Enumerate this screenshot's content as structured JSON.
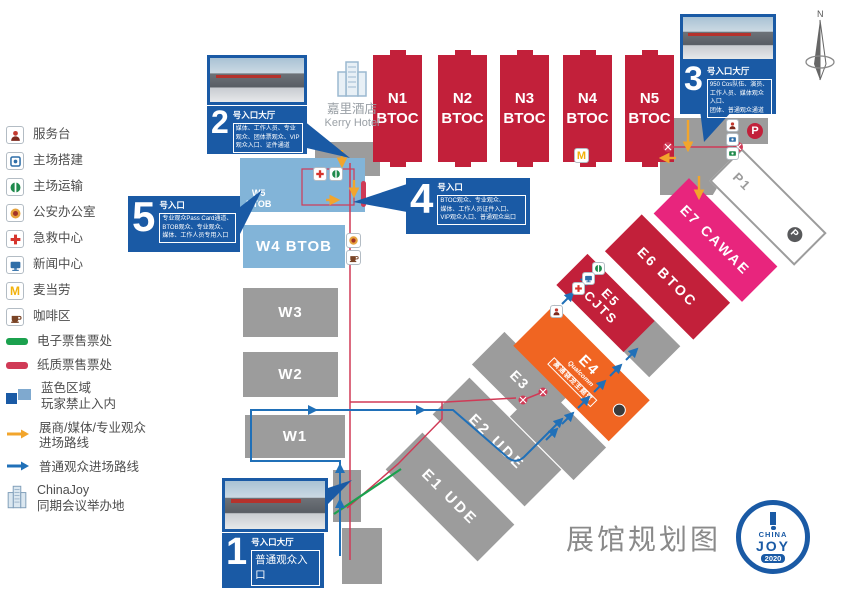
{
  "page": {
    "title": "展馆规划图"
  },
  "logo": {
    "china": "CHINA",
    "joy": "JOY",
    "year": "2020"
  },
  "compass": {
    "north": "N"
  },
  "colors": {
    "hall_red": "#c2203a",
    "hall_pink": "#e8257d",
    "hall_orange": "#f06522",
    "hall_gray": "#9c9c9c",
    "hall_blue": "#82b4d8",
    "callout_blue": "#1a5aa5",
    "route_blue": "#2070b8",
    "route_red": "#d03a56",
    "route_green": "#1ba14e",
    "route_orange": "#f2a52c",
    "logo_blue": "#1a5aa5",
    "title_gray": "#8a8a8a"
  },
  "legend": {
    "items": [
      {
        "id": "service-desk",
        "label": "服务台"
      },
      {
        "id": "venue-setup",
        "label": "主场搭建"
      },
      {
        "id": "venue-transport",
        "label": "主场运输"
      },
      {
        "id": "police-office",
        "label": "公安办公室"
      },
      {
        "id": "first-aid",
        "label": "急救中心"
      },
      {
        "id": "news-center",
        "label": "新闻中心"
      },
      {
        "id": "mcdonalds",
        "label": "麦当劳"
      },
      {
        "id": "coffee-area",
        "label": "咖啡区"
      },
      {
        "id": "eticket-office",
        "label": "电子票售票处"
      },
      {
        "id": "paper-ticket-office",
        "label": "纸质票售票处"
      },
      {
        "id": "blue-zone",
        "label": "蓝色区域\n玩家禁止入内"
      },
      {
        "id": "exhibitor-route",
        "label": "展商/媒体/专业观众\n进场路线"
      },
      {
        "id": "visitor-route",
        "label": "普通观众进场路线"
      },
      {
        "id": "conference-venue",
        "label": "ChinaJoy\n同期会议举办地"
      }
    ]
  },
  "halls": {
    "north": [
      {
        "name": "N1",
        "type": "BTOC"
      },
      {
        "name": "N2",
        "type": "BTOC"
      },
      {
        "name": "N3",
        "type": "BTOC"
      },
      {
        "name": "N4",
        "type": "BTOC"
      },
      {
        "name": "N5",
        "type": "BTOC"
      }
    ],
    "w5": {
      "name": "W5",
      "type": "BTOB"
    },
    "w4": {
      "label": "W4 BTOB"
    },
    "w3": {
      "label": "W3"
    },
    "w2": {
      "label": "W2"
    },
    "w1": {
      "label": "W1"
    },
    "e1": {
      "label": "E1 UDE"
    },
    "e2": {
      "label": "E2 UDE"
    },
    "e3": {
      "label": "E3"
    },
    "e4": {
      "name": "E4",
      "brand": "Qualcomm",
      "badge": "高通骁龙主题馆"
    },
    "e5": {
      "name": "E5",
      "type": "CJTS"
    },
    "e6": {
      "label": "E6 BTOC"
    },
    "e7": {
      "label": "E7 CAWAE"
    }
  },
  "entrances": {
    "e1": {
      "num": "1",
      "title": "号入口大厅",
      "desc": "普通观众入口"
    },
    "e2": {
      "num": "2",
      "title": "号入口大厅",
      "desc": "媒体、工作人员、专业\n观众、团体票观众、VIP\n观众入口、证件通道"
    },
    "e3": {
      "num": "3",
      "title": "号入口大厅",
      "desc": "950 Cos队伍、演员、\n工作人员、媒体观众入口、\n团体、普通观众通道"
    },
    "e4": {
      "num": "4",
      "title": "号入口",
      "desc": "BTOC观众、专业观众、\n媒体、工作人员证件入口、\nVIP观众入口、普通观众出口"
    },
    "e5": {
      "num": "5",
      "title": "号入口",
      "desc": "专业观众Pass Card通道、\nBTOB观众、专业观众、\n媒体、工作人员专用入口"
    }
  },
  "landmarks": {
    "kerry_cn": "嘉里酒店",
    "kerry_en": "Kerry Hotel",
    "p1": "P1",
    "p": "P"
  }
}
